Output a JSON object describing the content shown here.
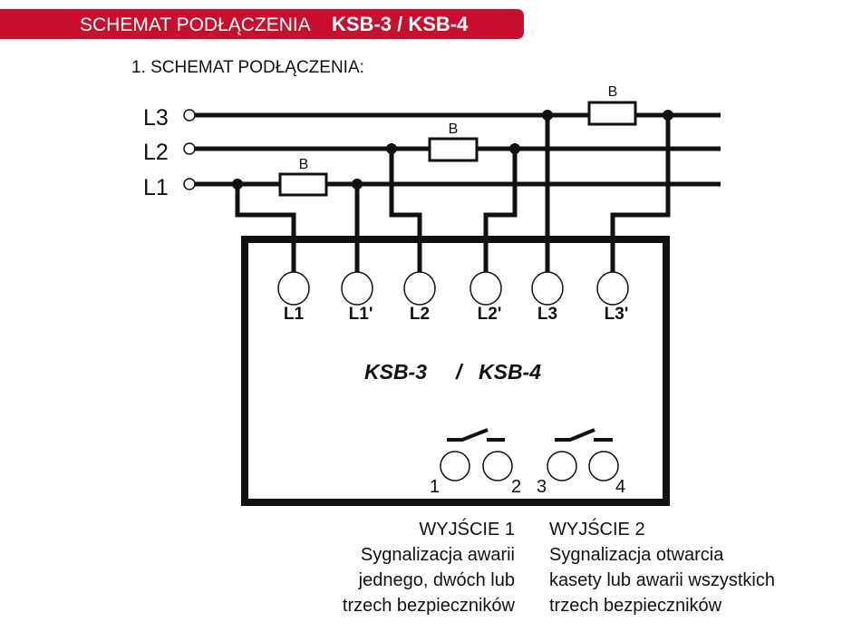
{
  "header": {
    "title": "SCHEMAT PODŁĄCZENIA",
    "model": "KSB-3 / KSB-4",
    "color": "#c8102e"
  },
  "section_title": "1. SCHEMAT PODŁĄCZENIA:",
  "lines": [
    {
      "label": "L3"
    },
    {
      "label": "L2"
    },
    {
      "label": "L1"
    }
  ],
  "fuse_label": "B",
  "terminals": [
    "L1",
    "L1'",
    "L2",
    "L2'",
    "L3",
    "L3'"
  ],
  "device": {
    "name_left": "KSB-3",
    "separator": "/",
    "name_right": "KSB-4"
  },
  "output_terminals": [
    "1",
    "2",
    "3",
    "4"
  ],
  "outputs": [
    {
      "title": "WYJŚCIE 1",
      "lines": [
        "Sygnalizacja awarii",
        "jednego, dwóch lub",
        "trzech bezpieczników"
      ]
    },
    {
      "title": "WYJŚCIE 2",
      "lines": [
        "Sygnalizacja otwarcia",
        "kasety lub awarii wszystkich",
        "trzech bezpieczników"
      ]
    }
  ]
}
